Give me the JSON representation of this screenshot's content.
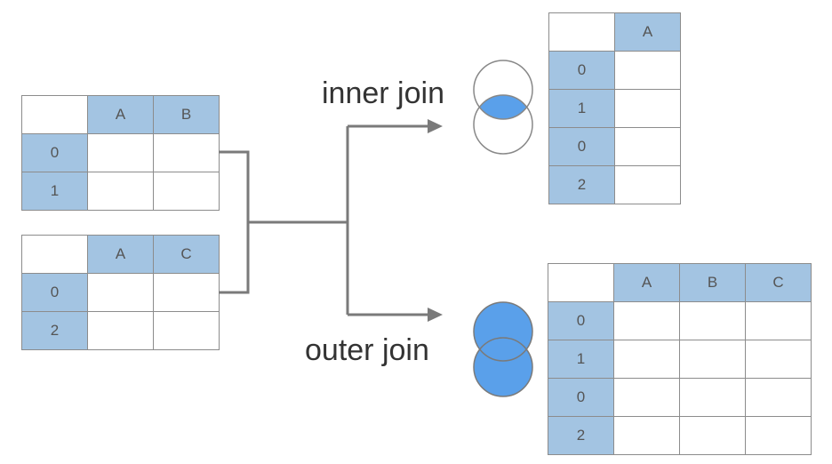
{
  "colors": {
    "header_fill": "#a3c4e2",
    "grid_line": "#8c8c8c",
    "connector": "#7a7a7a",
    "venn_fill": "#5aa0ea",
    "venn_outline": "#888888",
    "label_text": "#333333"
  },
  "left_table": {
    "columns": [
      "A",
      "B"
    ],
    "index": [
      "0",
      "1"
    ]
  },
  "right_table": {
    "columns": [
      "A",
      "C"
    ],
    "index": [
      "0",
      "2"
    ]
  },
  "inner_join": {
    "label": "inner join",
    "result": {
      "columns": [
        "A"
      ],
      "index": [
        "0",
        "1",
        "0",
        "2"
      ]
    }
  },
  "outer_join": {
    "label": "outer join",
    "result": {
      "columns": [
        "A",
        "B",
        "C"
      ],
      "index": [
        "0",
        "1",
        "0",
        "2"
      ]
    }
  }
}
